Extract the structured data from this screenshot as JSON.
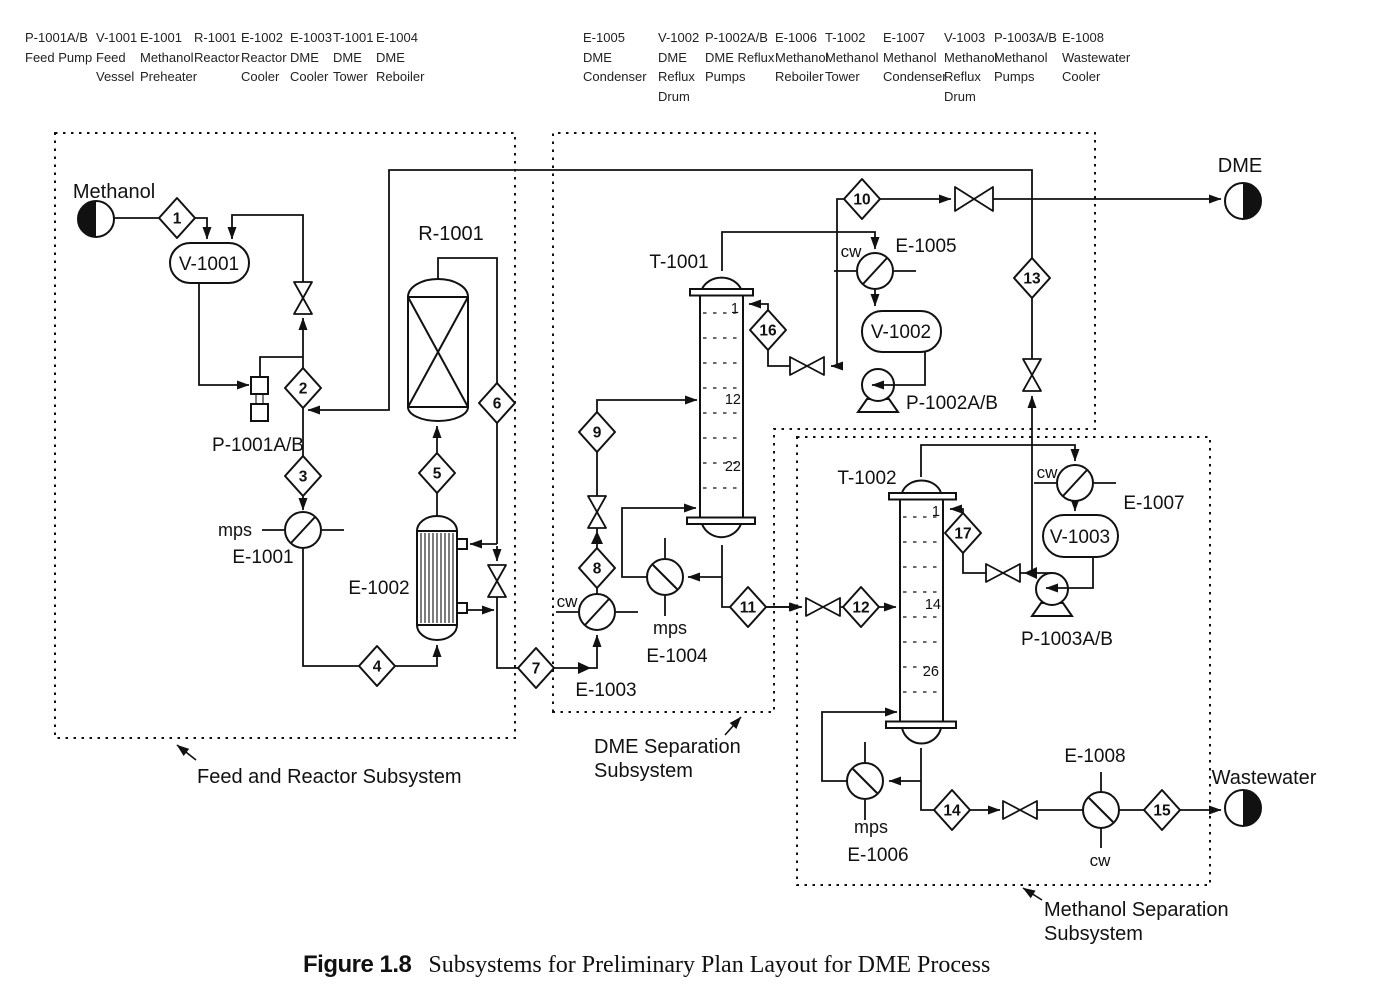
{
  "header": {
    "items": [
      {
        "tag": "P-1001A/B",
        "name": "Feed Pump"
      },
      {
        "tag": "V-1001",
        "name": "Feed\nVessel"
      },
      {
        "tag": "E-1001",
        "name": "Methanol\nPreheater"
      },
      {
        "tag": "R-1001",
        "name": "Reactor"
      },
      {
        "tag": "E-1002",
        "name": "Reactor\nCooler"
      },
      {
        "tag": "E-1003",
        "name": "DME\nCooler"
      },
      {
        "tag": "T-1001",
        "name": "DME\nTower"
      },
      {
        "tag": "E-1004",
        "name": "DME\nReboiler"
      },
      {
        "tag": "E-1005",
        "name": "DME\nCondenser"
      },
      {
        "tag": "V-1002",
        "name": "DME\nReflux\nDrum"
      },
      {
        "tag": "P-1002A/B",
        "name": "DME Reflux\nPumps"
      },
      {
        "tag": "E-1006",
        "name": "Methanol\nReboiler"
      },
      {
        "tag": "T-1002",
        "name": "Methanol\nTower"
      },
      {
        "tag": "E-1007",
        "name": "Methanol\nCondenser"
      },
      {
        "tag": "V-1003",
        "name": "Methanol\nReflux\nDrum"
      },
      {
        "tag": "P-1003A/B",
        "name": "Methanol\nPumps"
      },
      {
        "tag": "E-1008",
        "name": "Wastewater\nCooler"
      }
    ]
  },
  "diagram": {
    "endpoints": {
      "methanol": "Methanol",
      "dme": "DME",
      "wastewater": "Wastewater"
    },
    "equipment": {
      "v1001": "V-1001",
      "p1001": "P-1001A/B",
      "r1001": "R-1001",
      "e1001": "E-1001",
      "e1002": "E-1002",
      "t1001": "T-1001",
      "e1003": "E-1003",
      "e1004": "E-1004",
      "e1005": "E-1005",
      "v1002": "V-1002",
      "p1002": "P-1002A/B",
      "t1002": "T-1002",
      "e1006": "E-1006",
      "e1007": "E-1007",
      "v1003": "V-1003",
      "p1003": "P-1003A/B",
      "e1008": "E-1008"
    },
    "utilities": {
      "e1001_mps": "mps",
      "e1003_cw": "cw",
      "e1004_mps": "mps",
      "e1005_cw": "cw",
      "e1006_mps": "mps",
      "e1007_cw": "cw",
      "e1008_cw": "cw"
    },
    "streams": [
      "1",
      "2",
      "3",
      "4",
      "5",
      "6",
      "7",
      "8",
      "9",
      "10",
      "11",
      "12",
      "13",
      "14",
      "15",
      "16",
      "17"
    ],
    "trays": {
      "t1001": [
        "1",
        "12",
        "22"
      ],
      "t1002": [
        "1",
        "14",
        "26"
      ]
    },
    "subsystems": {
      "feed": "Feed and Reactor Subsystem",
      "dme_line1": "DME Separation",
      "dme_line2": "Subsystem",
      "methanol_line1": "Methanol Separation",
      "methanol_line2": "Subsystem"
    }
  },
  "caption": {
    "label": "Figure 1.8",
    "text": "Subsystems for Preliminary Plan Layout for DME Process"
  }
}
